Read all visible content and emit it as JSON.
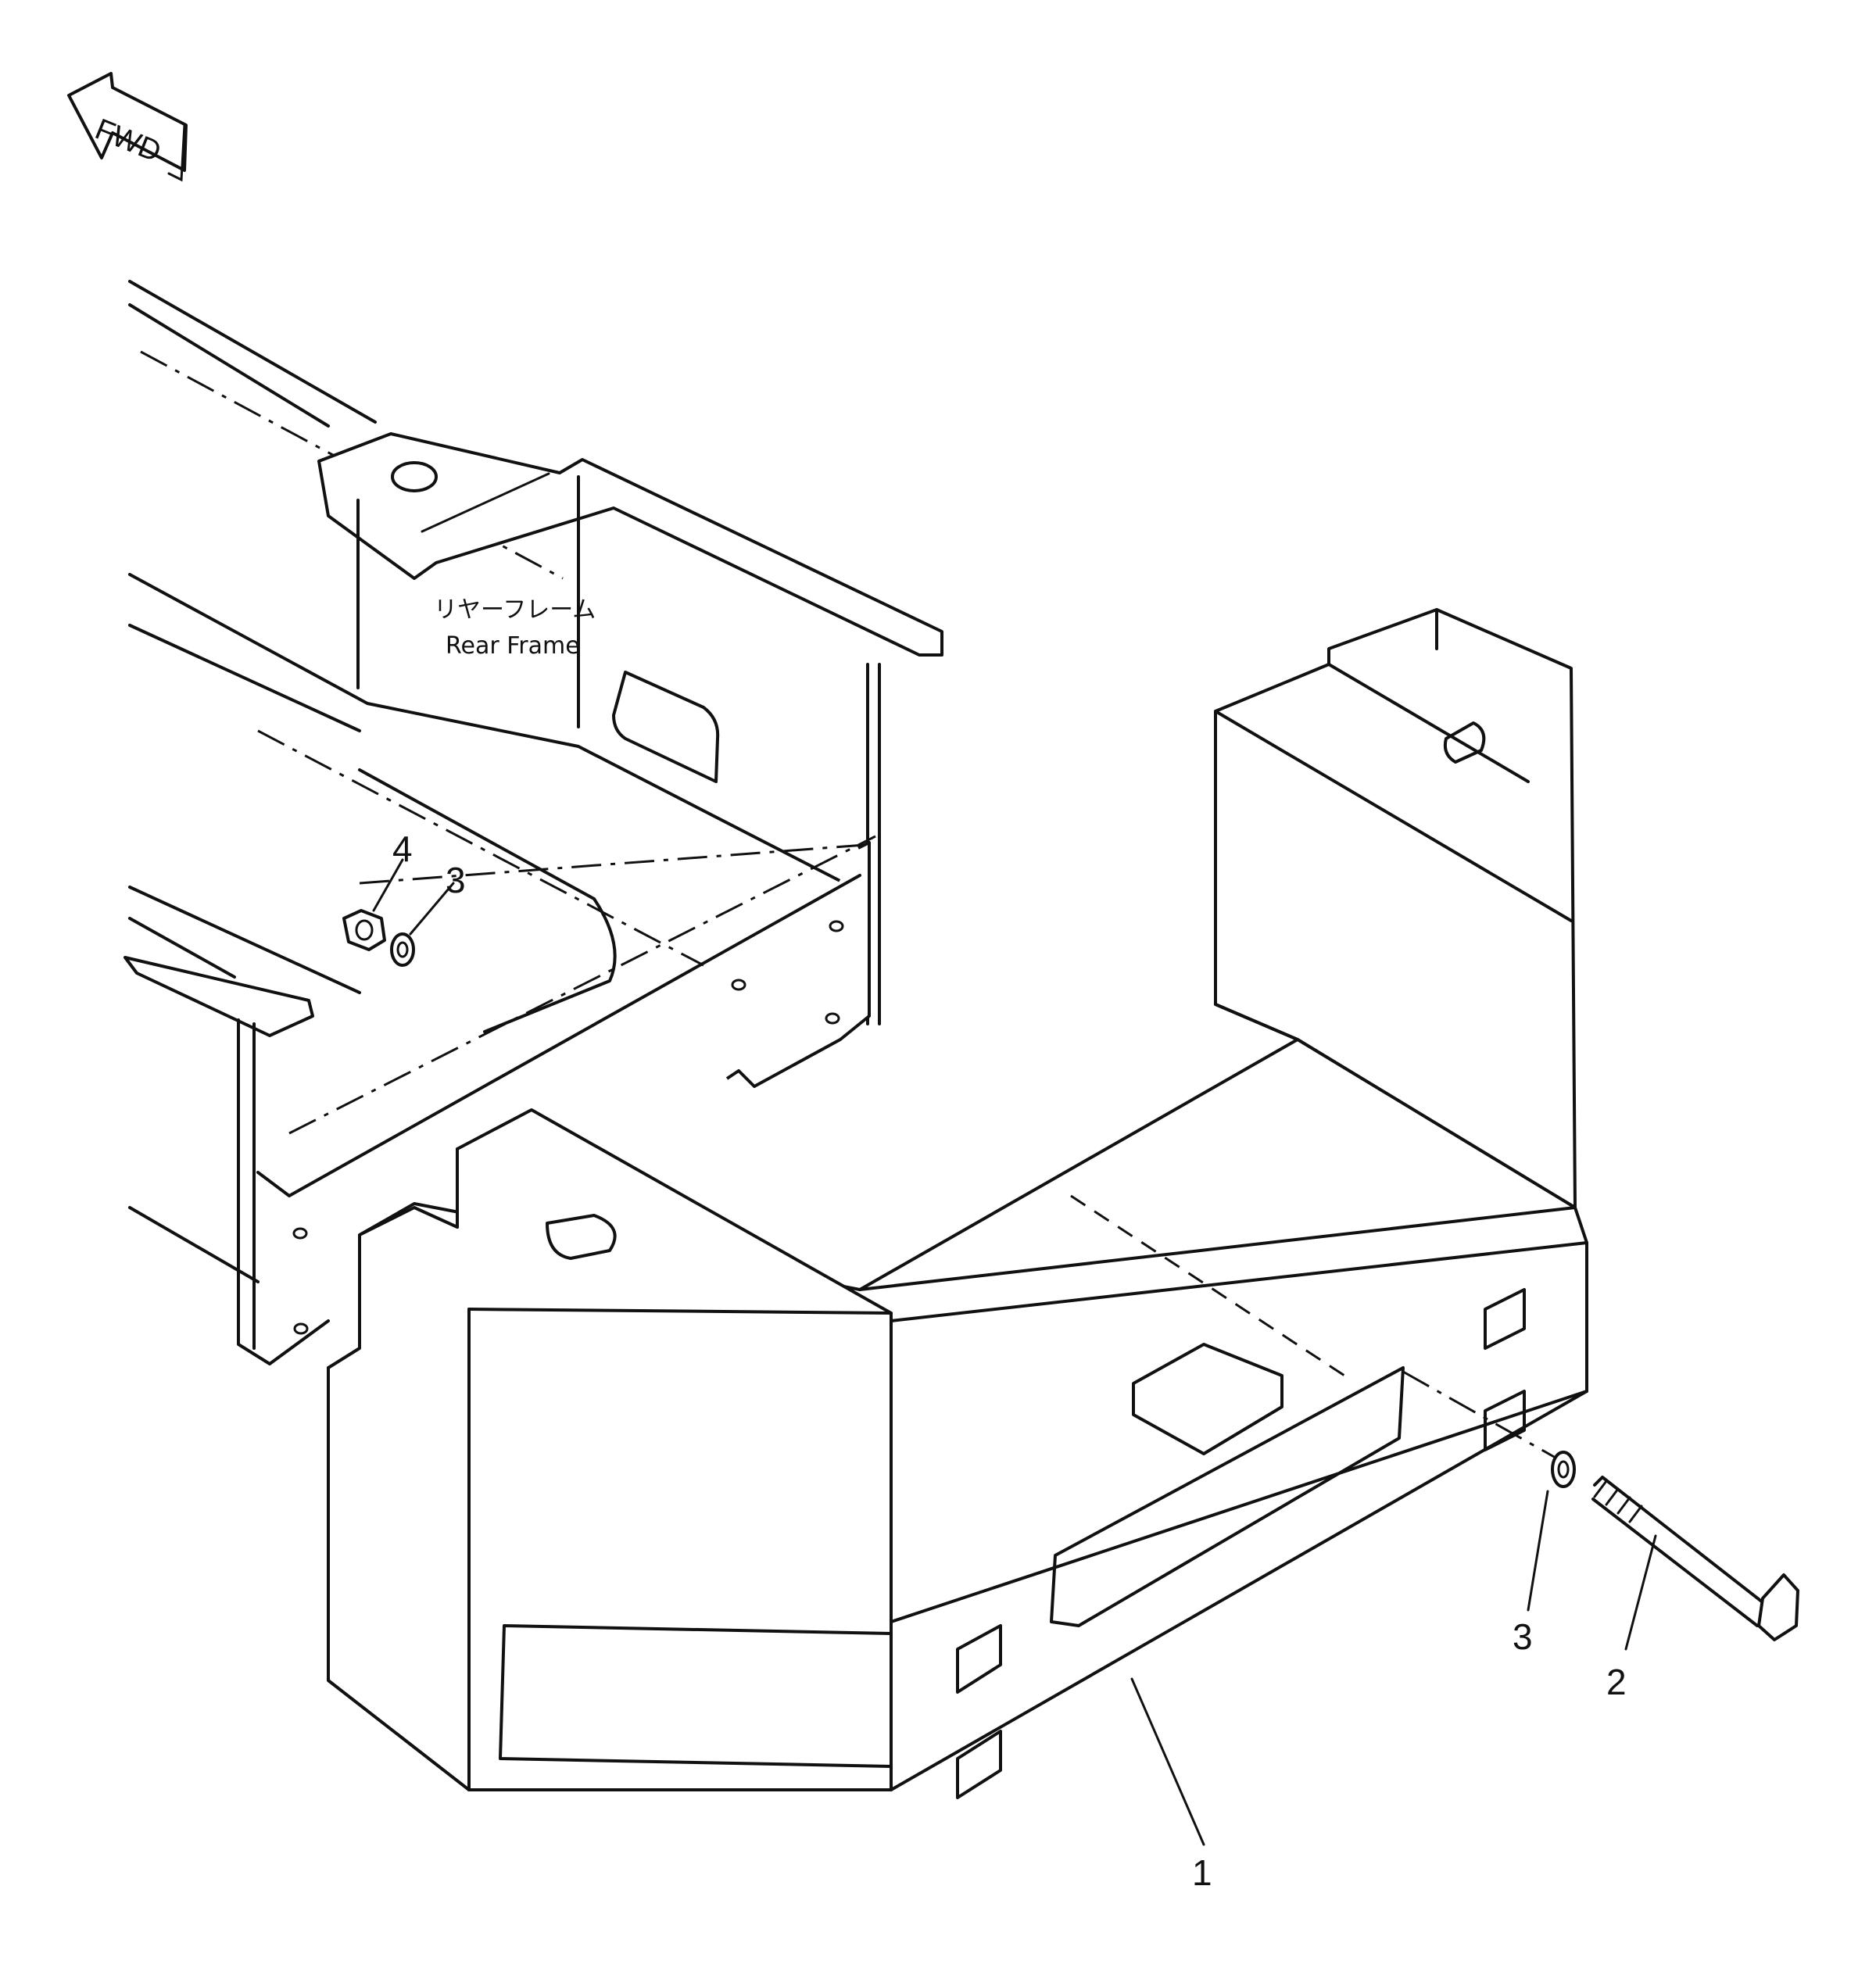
{
  "fwd": {
    "label": "FWD"
  },
  "frame_label": {
    "jp": "リヤーフレーム",
    "en": "Rear Frame"
  },
  "callouts": {
    "part1": "1",
    "part2": "2",
    "part3_bolt_side": "3",
    "part3_nut_side": "3",
    "part4": "4"
  }
}
